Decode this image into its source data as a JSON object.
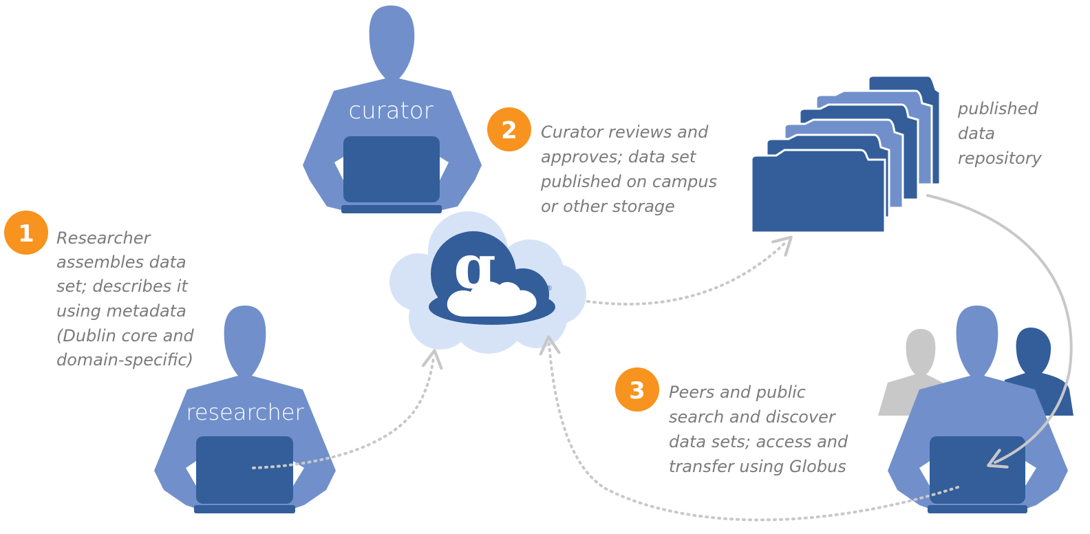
{
  "people": {
    "curator": "curator",
    "researcher": "researcher"
  },
  "steps": [
    {
      "number": "1",
      "lines": [
        "Researcher",
        "assembles data",
        "set; describes it",
        "using metadata",
        "(Dublin core and",
        "domain-specific)"
      ]
    },
    {
      "number": "2",
      "lines": [
        "Curator reviews and",
        "approves; data set",
        "published on campus",
        "or other storage"
      ]
    },
    {
      "number": "3",
      "lines": [
        "Peers and public",
        "search and discover",
        "data sets; access and",
        "transfer using Globus"
      ]
    }
  ],
  "repository_label": [
    "published",
    "data",
    "repository"
  ],
  "logo": {
    "letter": "g",
    "mark": "®"
  },
  "colors": {
    "person": "#7190cb",
    "laptop": "#335e9a",
    "cloud": "#d6e3f7",
    "badge": "#f7931e",
    "arrow": "#c8c8c8",
    "peer_gray": "#c8c8c8",
    "peer_dark": "#335e9a",
    "folder_dark": "#335e9a",
    "folder_light": "#7190cb"
  }
}
